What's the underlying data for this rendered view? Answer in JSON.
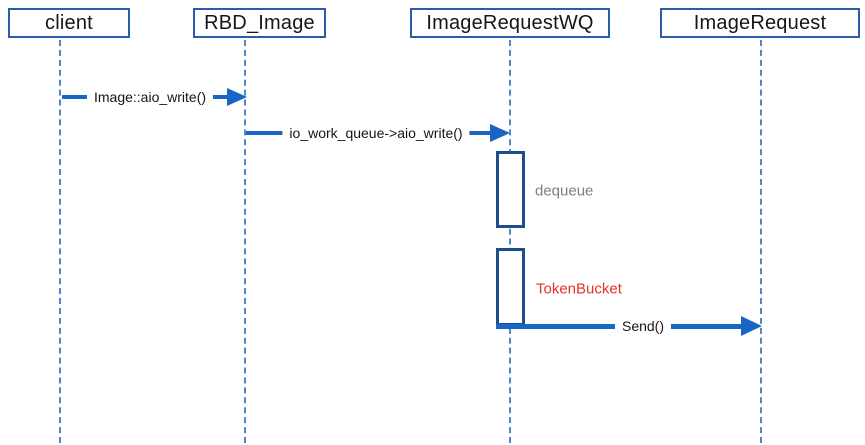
{
  "diagram": {
    "type": "sequence-diagram",
    "lifelines": [
      {
        "name": "client"
      },
      {
        "name": "RBD_Image"
      },
      {
        "name": "ImageRequestWQ"
      },
      {
        "name": "ImageRequest"
      }
    ],
    "messages": [
      {
        "label": "Image::aio_write()",
        "from": "client",
        "to": "RBD_Image"
      },
      {
        "label": "io_work_queue->aio_write()",
        "from": "RBD_Image",
        "to": "ImageRequestWQ"
      },
      {
        "label": "Send()",
        "from": "ImageRequestWQ",
        "to": "ImageRequest"
      }
    ],
    "activation_labels": [
      {
        "text": "dequeue",
        "color": "#7f7f7f"
      },
      {
        "text": "TokenBucket",
        "color": "#e6332a"
      }
    ],
    "colors": {
      "header_border": "#2b5ca6",
      "lifeline": "#4f87c7",
      "arrow": "#1766c4",
      "activation_border": "#1d4e89",
      "label_text": "#161616",
      "background": "#ffffff"
    }
  }
}
